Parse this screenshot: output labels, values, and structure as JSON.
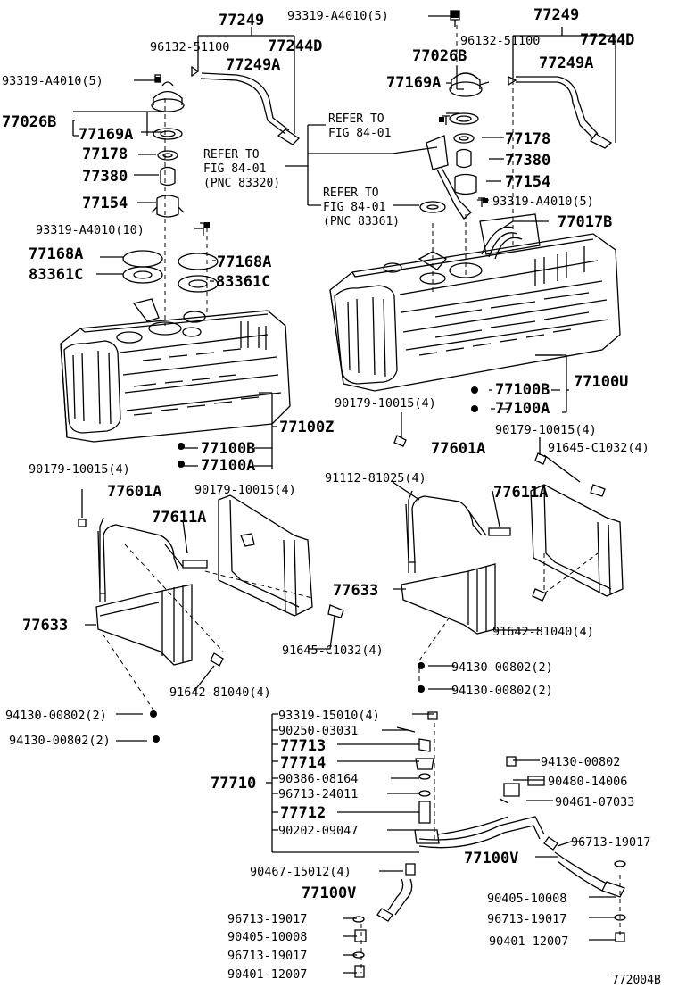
{
  "diagram_id": "772004B",
  "labels": {
    "l77249a": "77249",
    "l93319top": "93319-A4010(5)",
    "l77249b": "77249",
    "l96132a": "96132-51100",
    "l77244da": "77244D",
    "l96132b": "96132-51100",
    "l77244db": "77244D",
    "l77249Aa": "77249A",
    "l77026Bb": "77026B",
    "l77249Ab": "77249A",
    "l93319left": "93319-A4010(5)",
    "l77169Ab": "77169A",
    "l77026Ba": "77026B",
    "l77169Aa": "77169A",
    "l77178a": "77178",
    "l77178b": "77178",
    "l77380a": "77380",
    "l77380b": "77380",
    "l77154a": "77154",
    "l77154b": "77154",
    "l93319right": "93319-A4010(5)",
    "l77017B": "77017B",
    "l93319ten": "93319-A4010(10)",
    "l77168Aa": "77168A",
    "l77168Ab": "77168A",
    "l83361Ca": "83361C",
    "l83361Cb": "83361C",
    "l77100U": "77100U",
    "l77100Ba": "77100B",
    "l77100Aa": "77100A",
    "l77100Z": "77100Z",
    "l77100Bb": "77100B",
    "l77100Ab": "77100A",
    "l90179a": "90179-10015(4)",
    "l90179b": "90179-10015(4)",
    "l90179c": "90179-10015(4)",
    "l90179d": "90179-10015(4)",
    "l77601Aa": "77601A",
    "l77601Ab": "77601A",
    "l91645a": "91645-C1032(4)",
    "l91645b": "91645-C1032(4)",
    "l91112": "91112-81025(4)",
    "l77611Aa": "77611A",
    "l77611Ab": "77611A",
    "l77633a": "77633",
    "l77633b": "77633",
    "l91642a": "91642-81040(4)",
    "l91642b": "91642-81040(4)",
    "l94130a": "94130-00802(2)",
    "l94130b": "94130-00802(2)",
    "l94130c": "94130-00802(2)",
    "l94130d": "94130-00802(2)",
    "l93319_15010": "93319-15010(4)",
    "l90250": "90250-03031",
    "l77713": "77713",
    "l77714": "77714",
    "l77710": "77710",
    "l90386": "90386-08164",
    "l96713_24011": "96713-24011",
    "l77712": "77712",
    "l90202": "90202-09047",
    "l94130e": "94130-00802",
    "l90480": "90480-14006",
    "l90461": "90461-07033",
    "l96713_19017a": "96713-19017",
    "l77100Va": "77100V",
    "l90467": "90467-15012(4)",
    "l77100Vb": "77100V",
    "l90405a": "90405-10008",
    "l96713_19017b": "96713-19017",
    "l90401a": "90401-12007",
    "l96713_19017c": "96713-19017",
    "l90405b": "90405-10008",
    "l96713_19017d": "96713-19017",
    "l90401b": "90401-12007"
  },
  "refs": {
    "r1a": "REFER TO",
    "r1b": "FIG 84-01",
    "r2a": "REFER TO",
    "r2b": "FIG  84-01",
    "r2c": "(PNC  83320)",
    "r3a": "REFER TO",
    "r3b": "FIG 84-01",
    "r3c": "(PNC  83361)"
  }
}
